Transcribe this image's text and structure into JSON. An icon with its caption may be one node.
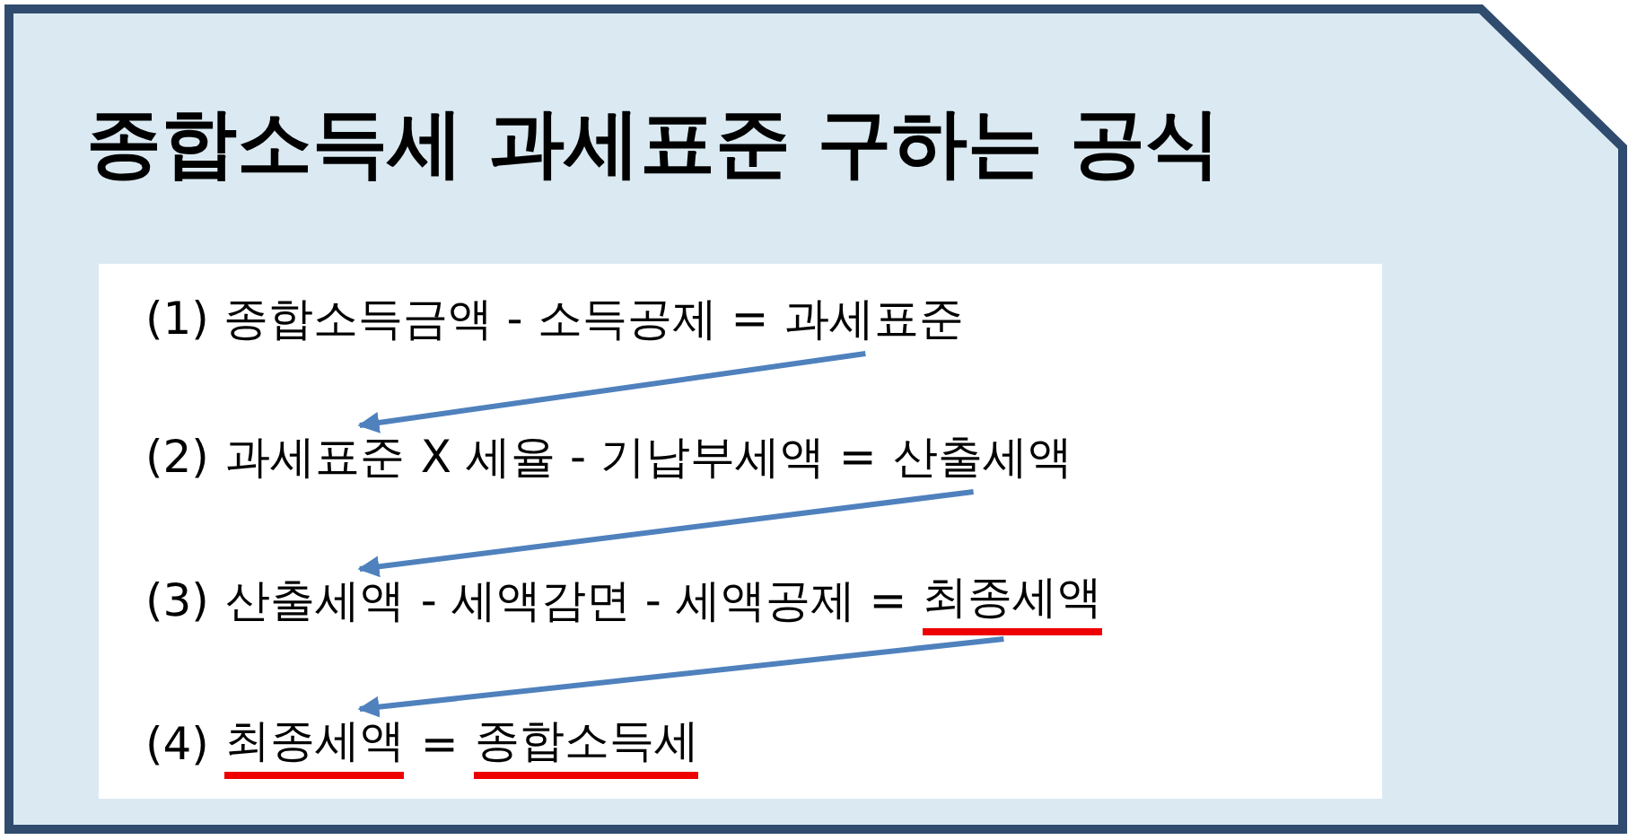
{
  "diagram": {
    "title": "종합소득세 과세표준 구하는 공식",
    "nodes": [
      {
        "text": [
          "과세표준"
        ]
      },
      {
        "text": [
          "과세표준"
        ]
      },
      {
        "text": [
          "산출세액"
        ]
      },
      {
        "text": [
          "산출세액"
        ]
      },
      {
        "text": [
          "최종세액"
        ]
      },
      {
        "text": [
          "최종세액"
        ]
      }
    ],
    "edges": [
      {
        "from": 0,
        "to": 1,
        "arrow": "to"
      },
      {
        "from": 2,
        "to": 3,
        "arrow": "to"
      },
      {
        "from": 4,
        "to": 5,
        "arrow": "to"
      }
    ],
    "labels": [
      "(1) 종합소득금액 - 소득공제 =",
      "(2)",
      "X 세율 - 기납부세액 =",
      "(3)",
      "- 세액감면 - 세액공제 =",
      "(4)",
      "=",
      "종합소득세"
    ]
  }
}
